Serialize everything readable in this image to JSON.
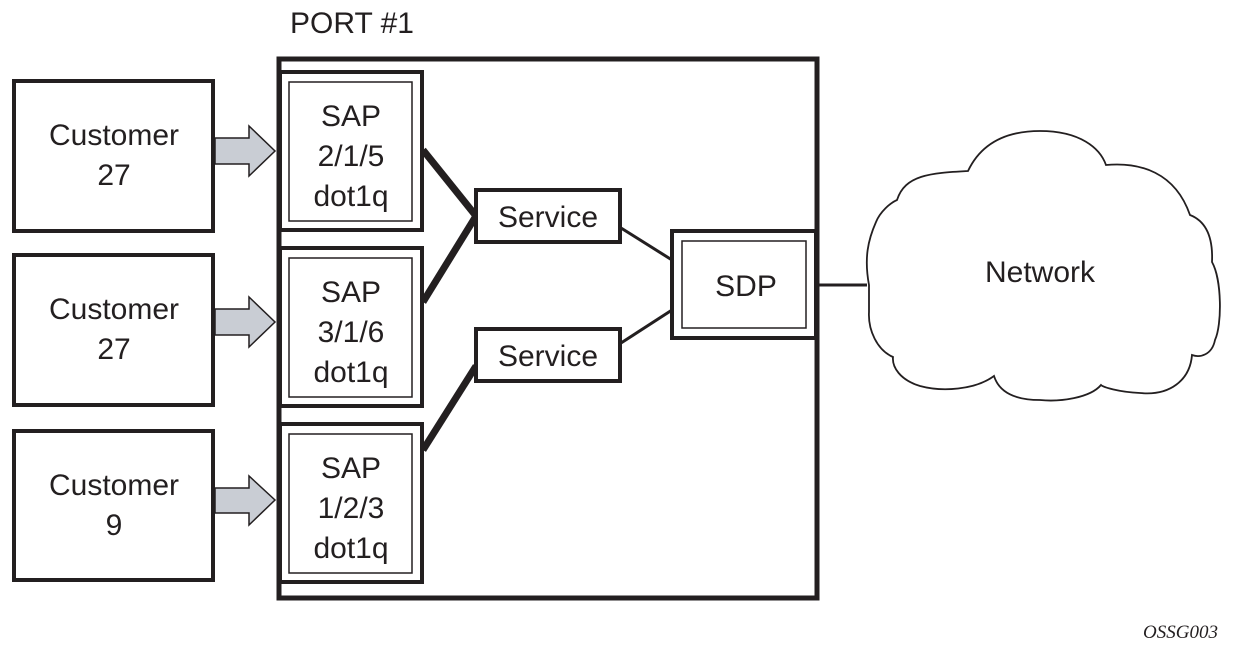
{
  "port": {
    "label": "PORT #1"
  },
  "customers": [
    {
      "line1": "Customer",
      "line2": "27"
    },
    {
      "line1": "Customer",
      "line2": "27"
    },
    {
      "line1": "Customer",
      "line2": "9"
    }
  ],
  "saps": [
    {
      "line1": "SAP",
      "line2": "2/1/5",
      "line3": "dot1q"
    },
    {
      "line1": "SAP",
      "line2": "3/1/6",
      "line3": "dot1q"
    },
    {
      "line1": "SAP",
      "line2": "1/2/3",
      "line3": "dot1q"
    }
  ],
  "services": [
    {
      "label": "Service"
    },
    {
      "label": "Service"
    }
  ],
  "sdp": {
    "label": "SDP"
  },
  "network": {
    "label": "Network"
  },
  "figure_id": "OSSG003",
  "colors": {
    "stroke": "#231f20",
    "arrow_fill": "#c9cdd4",
    "background": "#ffffff"
  },
  "connections": [
    {
      "from": "customer-1",
      "to": "sap-1",
      "type": "arrow"
    },
    {
      "from": "customer-2",
      "to": "sap-2",
      "type": "arrow"
    },
    {
      "from": "customer-3",
      "to": "sap-3",
      "type": "arrow"
    },
    {
      "from": "sap-1",
      "to": "service-1",
      "type": "thick-line"
    },
    {
      "from": "sap-2",
      "to": "service-1",
      "type": "thick-line"
    },
    {
      "from": "sap-3",
      "to": "service-2",
      "type": "thick-line"
    },
    {
      "from": "service-1",
      "to": "sdp",
      "type": "line"
    },
    {
      "from": "service-2",
      "to": "sdp",
      "type": "line"
    },
    {
      "from": "sdp",
      "to": "network",
      "type": "line"
    }
  ]
}
